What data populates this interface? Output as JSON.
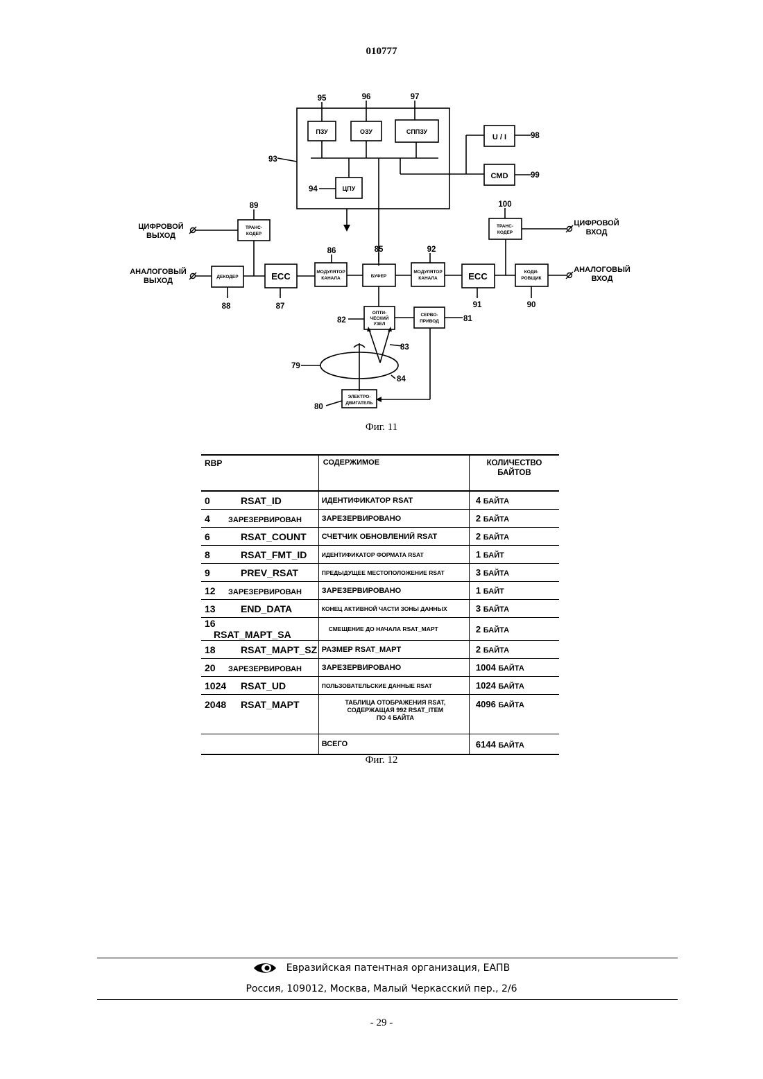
{
  "header": {
    "doc_number": "010777"
  },
  "figure11": {
    "caption": "Фиг. 11",
    "blocks": {
      "rom": "ПЗУ",
      "ram": "ОЗУ",
      "eeprom": "СППЗУ",
      "cpu": "ЦПУ",
      "ui": "U / I",
      "cmd": "CMD",
      "transcoder_l1": "ТРАНС-",
      "transcoder_l2": "КОДЕР",
      "decoder": "ДЕКОДЕР",
      "ecc": "ECC",
      "modulator_l1": "МОДУЛЯТОР",
      "modulator_l2": "КАНАЛА",
      "buffer": "БУФЕР",
      "optical_l1": "ОПТИ-",
      "optical_l2": "ЧЕСКИЙ",
      "optical_l3": "УЗЕЛ",
      "servo_l1": "СЕРВО-",
      "servo_l2": "ПРИВОД",
      "encoder_l1": "КОДИ-",
      "encoder_l2": "РОВЩИК",
      "motor_l1": "ЭЛЕКТРО-",
      "motor_l2": "ДВИГАТЕЛЬ"
    },
    "io": {
      "digital_out_l1": "ЦИФРОВОЙ",
      "digital_out_l2": "ВЫХОД",
      "analog_out_l1": "АНАЛОГОВЫЙ",
      "analog_out_l2": "ВЫХОД",
      "digital_in_l1": "ЦИФРОВОЙ",
      "digital_in_l2": "ВХОД",
      "analog_in_l1": "АНАЛОГОВЫЙ",
      "analog_in_l2": "ВХОД"
    },
    "refs": {
      "r79": "79",
      "r80": "80",
      "r81": "81",
      "r82": "82",
      "r83": "83",
      "r84": "84",
      "r85": "85",
      "r86": "86",
      "r87": "87",
      "r88": "88",
      "r89": "89",
      "r90": "90",
      "r91": "91",
      "r92": "92",
      "r93": "93",
      "r94": "94",
      "r95": "95",
      "r96": "96",
      "r97": "97",
      "r98": "98",
      "r99": "99",
      "r100": "100"
    }
  },
  "figure12": {
    "caption": "Фиг. 12",
    "headers": {
      "rbp": "RBP",
      "content": "СОДЕРЖИМОЕ",
      "bytes_l1": "КОЛИЧЕСТВО",
      "bytes_l2": "БАЙТОВ"
    },
    "rows": [
      {
        "rbp": "0",
        "name": "RSAT_ID",
        "content": "ИДЕНТИФИКАТОР RSAT",
        "bytes_n": "4",
        "bytes_u": "БАЙТА"
      },
      {
        "rbp": "4",
        "name": "ЗАРЕЗЕРВИРОВАН",
        "content": "ЗАРЕЗЕРВИРОВАНО",
        "bytes_n": "2",
        "bytes_u": "БАЙТА"
      },
      {
        "rbp": "6",
        "name": "RSAT_COUNT",
        "content": "СЧЕТЧИК ОБНОВЛЕНИЙ RSAT",
        "bytes_n": "2",
        "bytes_u": "БАЙТА"
      },
      {
        "rbp": "8",
        "name": "RSAT_FMT_ID",
        "content": "ИДЕНТИФИКАТОР ФОРМАТА RSAT",
        "bytes_n": "1",
        "bytes_u": "БАЙТ"
      },
      {
        "rbp": "9",
        "name": "PREV_RSAT",
        "content": "ПРЕДЫДУЩЕЕ МЕСТОПОЛОЖЕНИЕ RSAT",
        "bytes_n": "3",
        "bytes_u": "БАЙТА"
      },
      {
        "rbp": "12",
        "name": "ЗАРЕЗЕРВИРОВАН",
        "content": "ЗАРЕЗЕРВИРОВАНО",
        "bytes_n": "1",
        "bytes_u": "БАЙТ"
      },
      {
        "rbp": "13",
        "name": "END_DATA",
        "content": "КОНЕЦ АКТИВНОЙ ЧАСТИ ЗОНЫ ДАННЫХ",
        "bytes_n": "3",
        "bytes_u": "БАЙТА"
      },
      {
        "rbp": "16",
        "name": "RSAT_MAPT_SA",
        "content": "СМЕЩЕНИЕ ДО НАЧАЛА RSAT_MAPT",
        "bytes_n": "2",
        "bytes_u": "БАЙТА"
      },
      {
        "rbp": "18",
        "name": "RSAT_MAPT_SZ",
        "content": "РАЗМЕР RSAT_MAPT",
        "bytes_n": "2",
        "bytes_u": "БАЙТА"
      },
      {
        "rbp": "20",
        "name": "ЗАРЕЗЕРВИРОВАН",
        "content": "ЗАРЕЗЕРВИРОВАНО",
        "bytes_n": "1004",
        "bytes_u": "БАЙТА"
      },
      {
        "rbp": "1024",
        "name": "RSAT_UD",
        "content": "ПОЛЬЗОВАТЕЛЬСКИЕ ДАННЫЕ RSAT",
        "bytes_n": "1024",
        "bytes_u": "БАЙТА"
      },
      {
        "rbp": "2048",
        "name": "RSAT_MAPT",
        "content_l1": "ТАБЛИЦА ОТОБРАЖЕНИЯ RSAT,",
        "content_l2": "СОДЕРЖАЩАЯ 992 RSAT_ITEM",
        "content_l3": "ПО 4 БАЙТА",
        "bytes_n": "4096",
        "bytes_u": "БАЙТА"
      }
    ],
    "total": {
      "label": "ВСЕГО",
      "bytes_n": "6144",
      "bytes_u": "БАЙТА"
    }
  },
  "footer": {
    "organization": "Евразийская патентная организация, ЕАПВ",
    "address": "Россия, 109012, Москва, Малый Черкасский пер., 2/6",
    "page": "- 29 -"
  }
}
